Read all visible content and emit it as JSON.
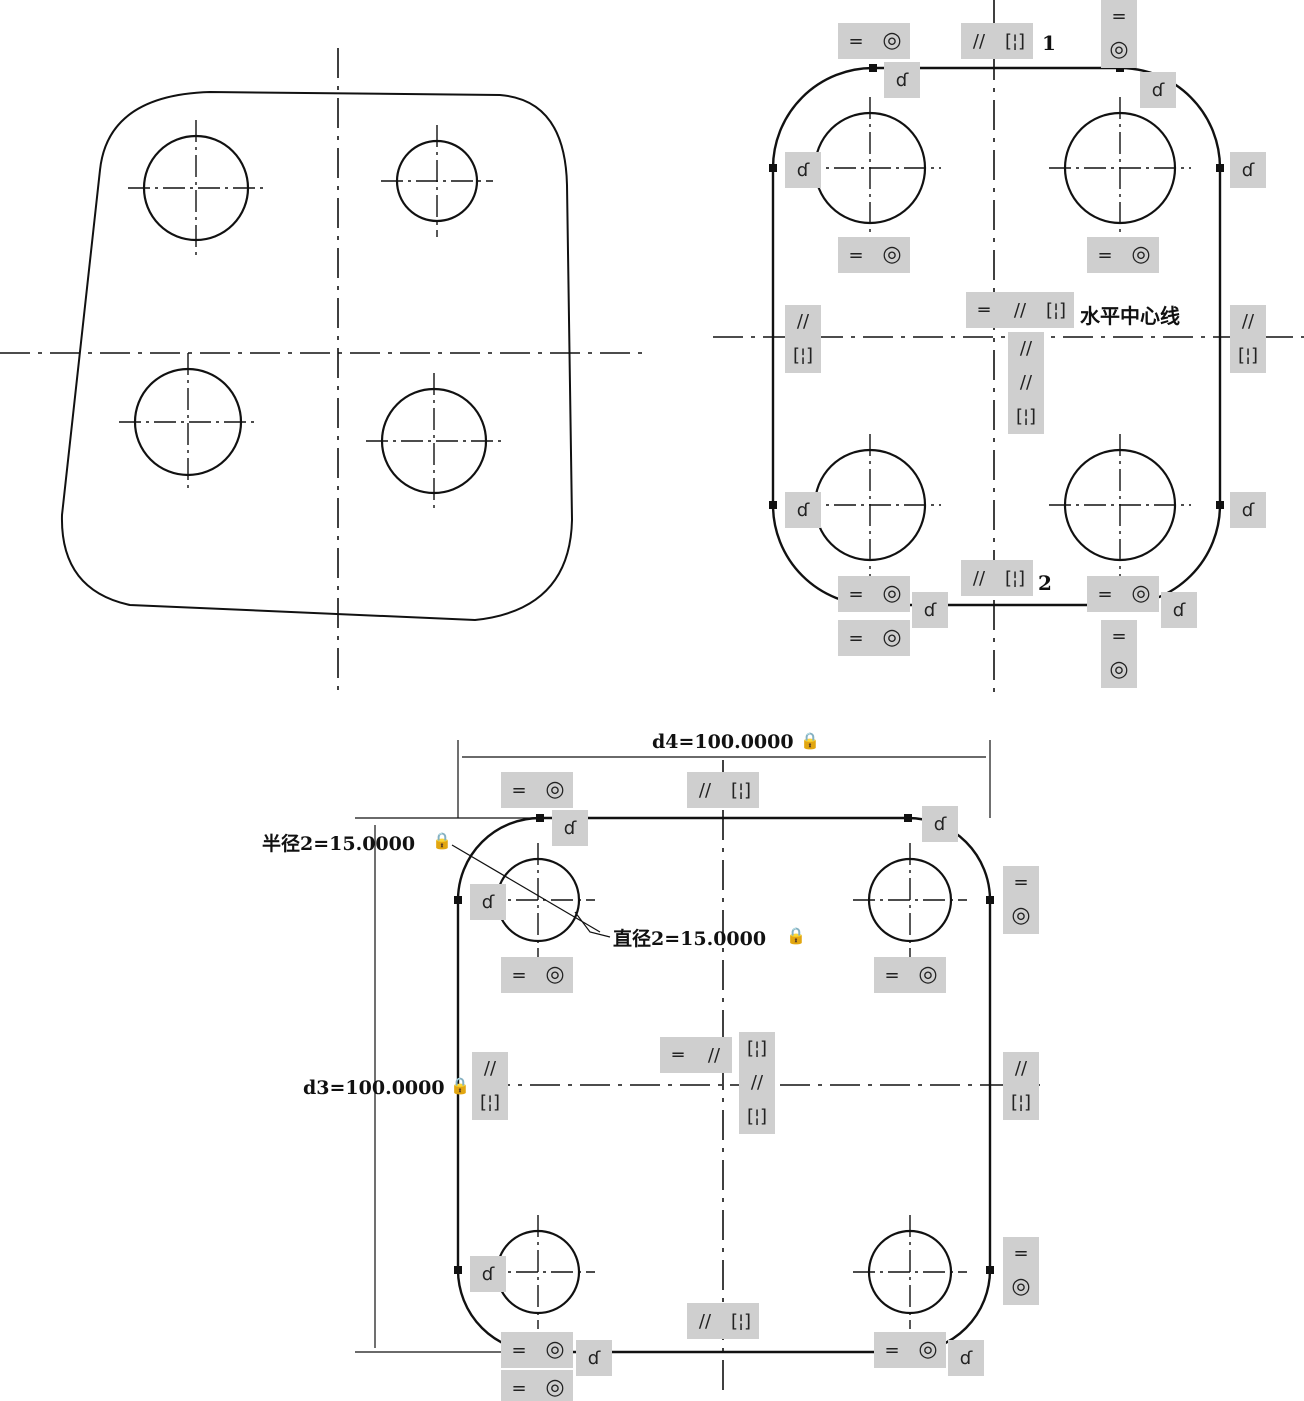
{
  "sketch_labels": {
    "line_1": "1",
    "line_2": "2",
    "horizontal_centerline": "水平中心线",
    "dim_d4": "d4=100.0000",
    "dim_d3": "d3=100.0000",
    "dim_radius": "半径2=15.0000",
    "dim_diameter": "直径2=15.0000"
  },
  "icons": {
    "equal-icon": "=",
    "concentric-icon": "◎",
    "parallel-icon": "//",
    "symmetric-icon": "[¦]",
    "tangent-icon": "ɗ",
    "horizontal-icon": "═",
    "lock-icon": "🔒"
  },
  "colors": {
    "line": "#111111",
    "badge": "#cfcfcf"
  }
}
